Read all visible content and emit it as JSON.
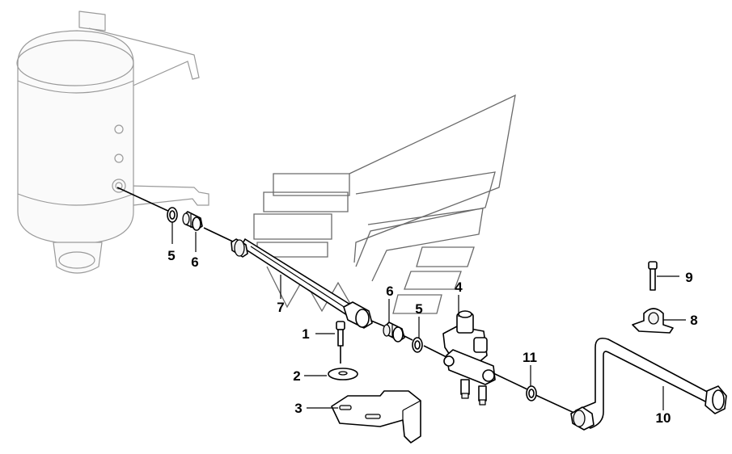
{
  "callouts": {
    "c1": "1",
    "c2": "2",
    "c3": "3",
    "c4": "4",
    "c5a": "5",
    "c5b": "5",
    "c6a": "6",
    "c6b": "6",
    "c7": "7",
    "c8": "8",
    "c9": "9",
    "c10": "10",
    "c11": "11"
  }
}
